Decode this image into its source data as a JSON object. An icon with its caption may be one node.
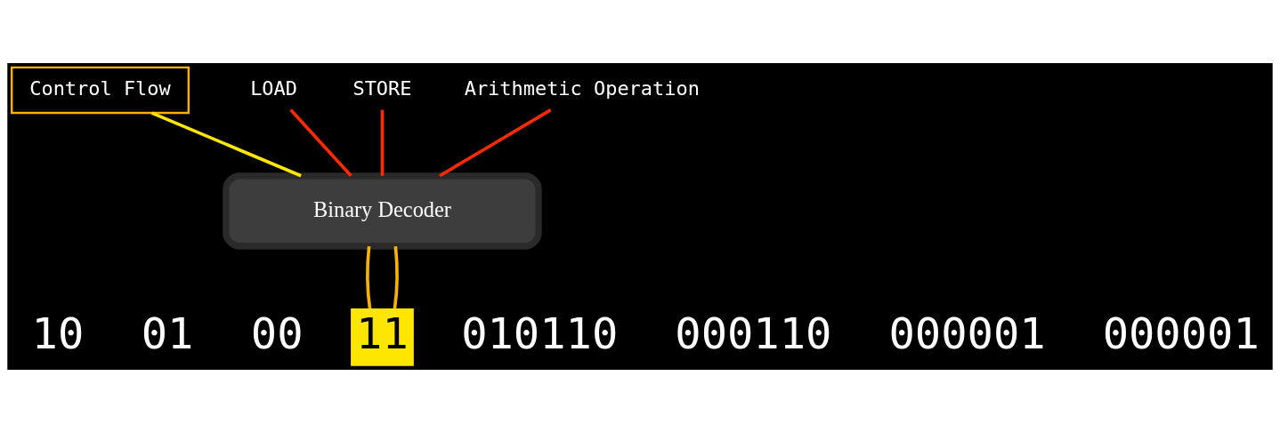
{
  "diagram": {
    "nodes": [
      {
        "text": [
          "Arithmetic Operation"
        ]
      },
      {
        "text": [
          "LOAD"
        ]
      },
      {
        "text": [
          "STORE"
        ]
      },
      {
        "text": [
          "Control Flow"
        ]
      },
      {
        "text": [
          "Binary Decoder"
        ]
      },
      {
        "text": [
          "11"
        ]
      }
    ],
    "edges": [
      {
        "from": 0,
        "to": 4,
        "arrow": "none",
        "color": "#ff2a00"
      },
      {
        "from": 1,
        "to": 4,
        "arrow": "none",
        "color": "#ff2a00"
      },
      {
        "from": 2,
        "to": 4,
        "arrow": "none",
        "color": "#ff2a00"
      },
      {
        "from": 3,
        "to": 4,
        "arrow": "none",
        "color": "#ffe600"
      },
      {
        "from": 4,
        "to": 5,
        "arrow": "none",
        "color": "#f5b300"
      },
      {
        "from": 4,
        "to": 5,
        "arrow": "none",
        "color": "#f5b300"
      }
    ],
    "labels": [
      "10",
      "010110",
      "01",
      "000110",
      "00",
      "000001",
      "000001"
    ]
  }
}
